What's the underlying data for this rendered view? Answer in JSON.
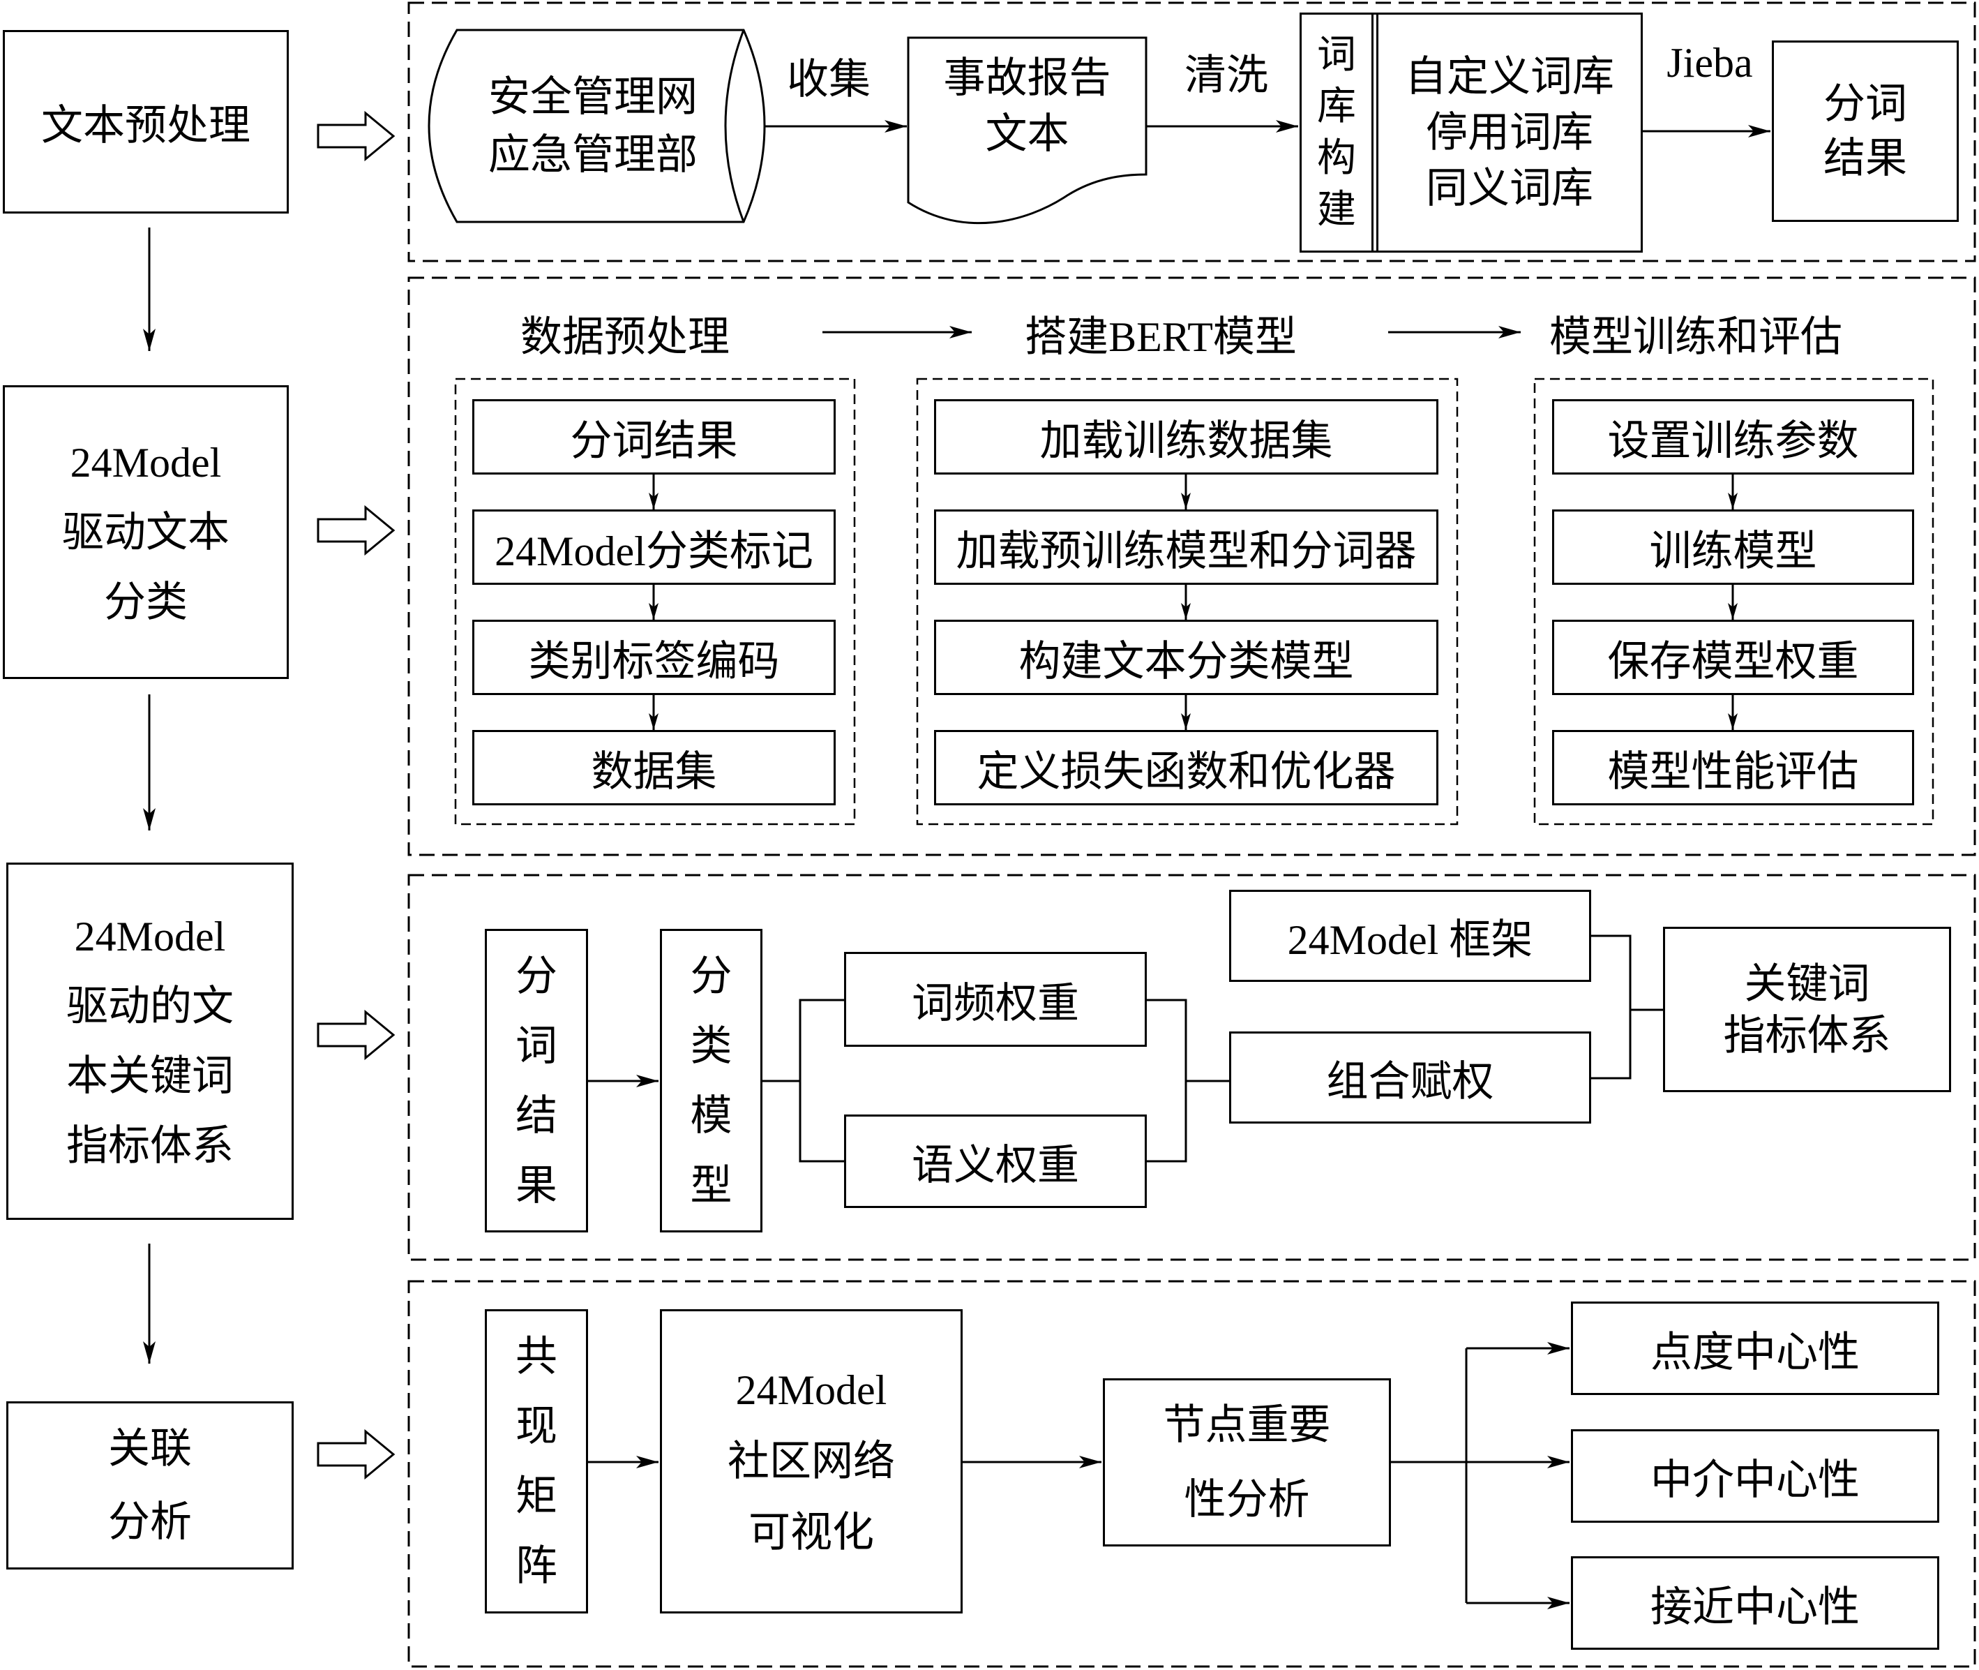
{
  "left_column": [
    {
      "lines": [
        "文本预处理"
      ]
    },
    {
      "lines": [
        "24Model",
        "驱动文本",
        "分类"
      ]
    },
    {
      "lines": [
        "24Model",
        "驱动的文",
        "本关键词",
        "指标体系"
      ]
    },
    {
      "lines": [
        "关联",
        "分析"
      ]
    }
  ],
  "text_preprocessing": {
    "source_lines": [
      "安全管理网",
      "应急管理部"
    ],
    "collect_label": "收集",
    "report_lines": [
      "事故报告",
      "文本"
    ],
    "clean_label": "清洗",
    "lexicon_build": "词库构建",
    "lexicon_lines": [
      "自定义词库",
      "停用词库",
      "同义词库"
    ],
    "jieba_label": "Jieba",
    "result_lines": [
      "分词",
      "结果"
    ]
  },
  "text_classification": {
    "stages": [
      "数据预处理",
      "搭建BERT模型",
      "模型训练和评估"
    ],
    "stage_steps": [
      [
        "分词结果",
        "24Model分类标记",
        "类别标签编码",
        "数据集"
      ],
      [
        "加载训练数据集",
        "加载预训练模型和分词器",
        "构建文本分类模型",
        "定义损失函数和优化器"
      ],
      [
        "设置训练参数",
        "训练模型",
        "保存模型权重",
        "模型性能评估"
      ]
    ]
  },
  "keyword_index_system": {
    "segmentation_result": "分词结果",
    "classification_model": "分类模型",
    "term_frequency_weight": "词频权重",
    "semantic_weight": "语义权重",
    "framework": "24Model 框架",
    "combined_weighting": "组合赋权",
    "output_lines": [
      "关键词",
      "指标体系"
    ]
  },
  "association_analysis": {
    "cooccurrence_matrix": "共现矩阵",
    "network_lines": [
      "24Model",
      "社区网络",
      "可视化"
    ],
    "importance_lines": [
      "节点重要",
      "性分析"
    ],
    "centralities": [
      "点度中心性",
      "中介中心性",
      "接近中心性"
    ]
  }
}
